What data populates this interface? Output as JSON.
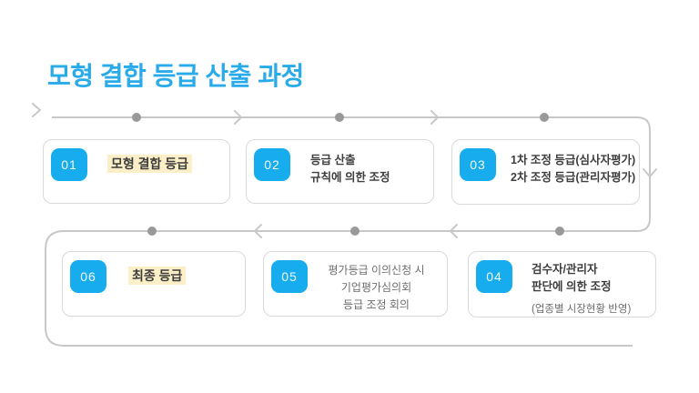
{
  "slide": {
    "title": "모형 결합 등급 산출 과정"
  },
  "colors": {
    "title_blue": "#29ABE9",
    "accent_blue": "#16ACEE",
    "highlight_yellow": "#FBEFC7",
    "line_gray": "#C8C8C8",
    "dot_gray": "#999999",
    "box_border": "#D9D9D9",
    "text_dark": "#3D3D3D",
    "text_muted": "#6E6E6E"
  },
  "steps": [
    {
      "number": "01",
      "label": "모형 결합 등급",
      "highlighted": true
    },
    {
      "number": "02",
      "lines": [
        "등급 산출",
        "규칙에 의한 조정"
      ]
    },
    {
      "number": "03",
      "lines": [
        "1차 조정 등급(심사자평가)",
        "2차 조정 등급(관리자평가)"
      ]
    },
    {
      "number": "04",
      "lines": [
        "검수자/관리자",
        "판단에 의한 조정"
      ],
      "note": "(업종별 시장현황 반영)"
    },
    {
      "number": "05",
      "lines": [
        "평가등급 이의신청 시",
        "기업평가심의회",
        "등급 조정 회의"
      ]
    },
    {
      "number": "06",
      "label": "최종 등급",
      "highlighted": true
    }
  ]
}
